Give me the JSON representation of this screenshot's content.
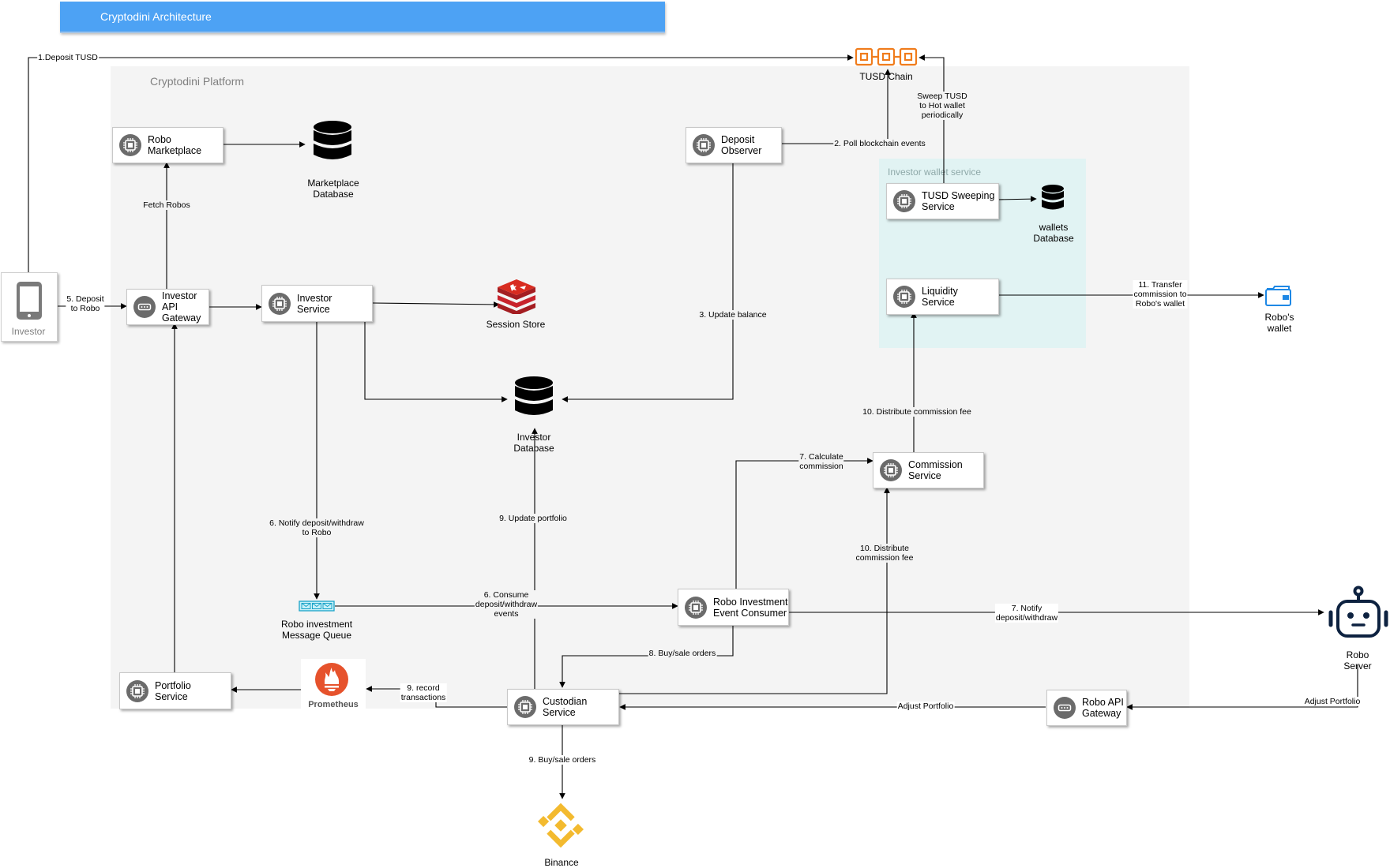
{
  "title": "Cryptodini Architecture",
  "platform_label": "Cryptodini Platform",
  "wallet_zone_label": "Investor wallet service",
  "nodes": {
    "robo_marketplace": "Robo\nMarketplace",
    "investor_api_gateway": "Investor\nAPI Gateway",
    "investor_service": "Investor\nService",
    "deposit_observer": "Deposit\nObserver",
    "tusd_sweeping": "TUSD Sweeping\nService",
    "liquidity_service": "Liquidity\nService",
    "commission_service": "Commission\nService",
    "robo_investment_consumer": "Robo Investment\nEvent Consumer",
    "portfolio_service": "Portfolio\nService",
    "custodian_service": "Custodian Service",
    "robo_api_gateway": "Robo API\nGateway"
  },
  "captions": {
    "investor": "Investor",
    "marketplace_db": "Marketplace\nDatabase",
    "session_store": "Session Store",
    "investor_db": "Investor\nDatabase",
    "tusd_chain": "TUSD Chain",
    "wallets_db": "wallets\nDatabase",
    "robos_wallet": "Robo's\nwallet",
    "message_queue": "Robo investment\nMessage Queue",
    "robo_server": "Robo Server",
    "prometheus": "Prometheus",
    "binance": "Binance"
  },
  "edges": {
    "deposit_tusd": "1.Deposit TUSD",
    "poll_events": "2. Poll blockchain events",
    "update_balance": "3. Update balance",
    "deposit_to_robo": "5. Deposit\nto Robo",
    "fetch_robos": "Fetch Robos",
    "notify_deposit": "6. Notify deposit/withdraw\nto Robo",
    "consume_events": "6. Consume\ndeposit/withdraw\nevents",
    "calculate_commission": "7. Calculate\ncommission",
    "notify_robo": "7. Notify\ndeposit/withdraw",
    "buy_sale_8": "8. Buy/sale orders",
    "update_portfolio": "9. Update portfolio",
    "record_transactions": "9. record\ntransactions",
    "buy_sale_9": "9. Buy/sale orders",
    "distribute_fee_upper": "10. Distribute commission fee",
    "distribute_fee_lower": "10. Distribute\ncommission fee",
    "transfer_commission": "11. Transfer\ncommission to\nRobo's wallet",
    "sweep_tusd": "Sweep TUSD\nto Hot wallet\nperiodically",
    "adjust_portfolio_1": "Adjust Portfolio",
    "adjust_portfolio_2": "Adjust Portfolio"
  },
  "colors": {
    "title_bar": "#4da2f4",
    "platform_bg": "#f4f4f4",
    "wallet_zone_bg": "#e1f3f3",
    "icon_grey": "#6b6b6b",
    "tusd_orange": "#f07c1c",
    "redis_red": "#c8232c",
    "prometheus_orange": "#e6522c",
    "binance_yellow": "#f3ba2f",
    "wallet_blue": "#1e88e5",
    "robo_navy": "#0d2240"
  },
  "icons": {
    "service": "chip-icon",
    "gateway": "api-gateway-icon",
    "database": "database-icon",
    "mobile": "mobile-phone-icon",
    "queue": "message-queue-icon",
    "chain": "blockchain-icon",
    "redis": "redis-icon",
    "prometheus": "prometheus-icon",
    "binance": "binance-icon",
    "wallet": "wallet-icon",
    "robot": "robot-icon"
  }
}
